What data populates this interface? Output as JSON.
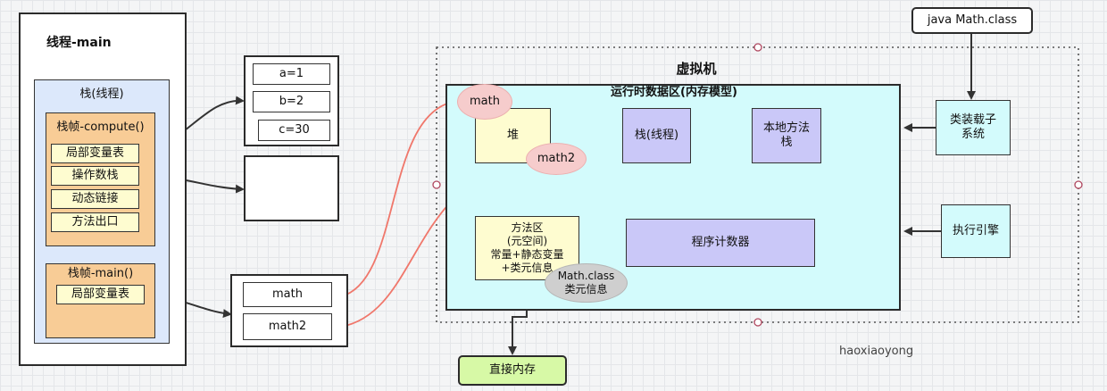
{
  "thread": {
    "title": "线程-main",
    "stack_title": "栈(线程)",
    "frame_compute": {
      "title": "栈帧-compute()",
      "items": [
        "局部变量表",
        "操作数栈",
        "动态链接",
        "方法出口"
      ]
    },
    "frame_main": {
      "title": "栈帧-main()",
      "item": "局部变量表"
    }
  },
  "locals": [
    "a=1",
    "b=2",
    "c=30"
  ],
  "main_locals": [
    "math",
    "math2"
  ],
  "jvm": {
    "title": "虚拟机",
    "runtime_title": "运行时数据区(内存模型)",
    "heap": "堆",
    "stack": "栈(线程)",
    "native_stack": "本地方法\n栈",
    "method_area": "方法区\n(元空间)\n常量+静态变量\n+类元信息",
    "pc": "程序计数器",
    "math_obj": "math",
    "math2_obj": "math2",
    "class_meta": "Math.class\n类元信息",
    "class_loader": "类装载子\n系统",
    "engine": "执行引擎"
  },
  "source_file": "java Math.class",
  "direct_memory": "直接内存",
  "watermark": "haoxiaoyong",
  "colors": {
    "stack_bg": "#dce8fb",
    "frame_bg": "#f8cc96",
    "label_bg": "#fefcd0",
    "runtime_bg": "#d3fbfc",
    "purple": "#cac8f8",
    "pink": "#f6cccc",
    "gray": "#cfcfcf",
    "green": "#d7f9a6",
    "arrow_red": "#f0776b"
  }
}
